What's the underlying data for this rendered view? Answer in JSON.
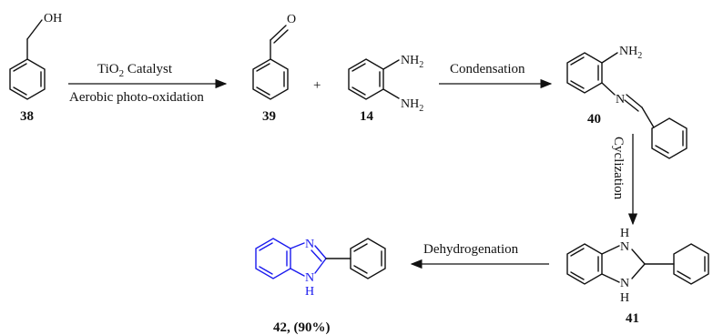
{
  "compounds": {
    "c38": {
      "number": "38",
      "oh": "OH"
    },
    "c39": {
      "number": "39",
      "o": "O"
    },
    "c14": {
      "number": "14",
      "nh2_top": "NH",
      "nh2_bottom": "NH",
      "sub": "2"
    },
    "c40": {
      "number": "40",
      "nh2": "NH",
      "sub": "2",
      "n": "N"
    },
    "c41": {
      "number": "41",
      "nh_top": "H",
      "n_top": "N",
      "n_bottom": "N",
      "nh_bottom": "H"
    },
    "c42": {
      "number": "42, (90%)",
      "n": "N",
      "n_bottom": "N",
      "h": "H"
    }
  },
  "steps": {
    "step1_top": "TiO",
    "step1_top_sub": "2",
    "step1_top_rest": " Catalyst",
    "step1_bottom": "Aerobic photo-oxidation",
    "plus": "+",
    "step2": "Condensation",
    "step3": "Cyclization",
    "step4": "Dehydrogenation"
  },
  "colors": {
    "product": "#1a1aee",
    "ink": "#111111"
  }
}
